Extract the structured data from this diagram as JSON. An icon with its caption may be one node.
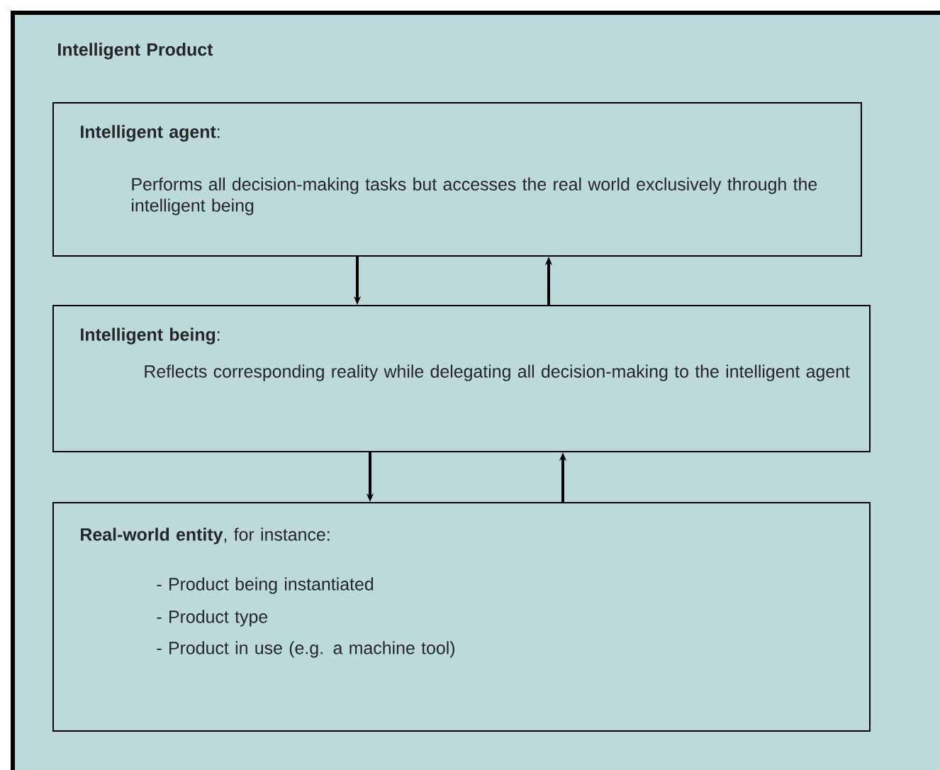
{
  "diagram": {
    "nodes": [
      {
        "text": [
          "Intelligent Product"
        ]
      },
      {
        "text": [
          "**Intelligent agent**:",
          "Performs all decision-making tasks but accesses the real world exclusively through the intelligent being"
        ],
        "in": 0
      },
      {
        "text": [
          "**Intelligent being**:",
          "Reflects corresponding reality while delegating all decision-making to the intelligent agent"
        ],
        "in": 0
      },
      {
        "text": [
          "**Real-world entity**, for instance:",
          "- Product being instantiated",
          "- Product type",
          "- Product in use (e.g. a machine tool)"
        ],
        "in": 0
      }
    ],
    "edges": [
      {
        "from": 1,
        "to": 2,
        "arrow": "to"
      },
      {
        "from": 2,
        "to": 1,
        "arrow": "to"
      },
      {
        "from": 2,
        "to": 3,
        "arrow": "to"
      },
      {
        "from": 3,
        "to": 2,
        "arrow": "to"
      }
    ]
  }
}
